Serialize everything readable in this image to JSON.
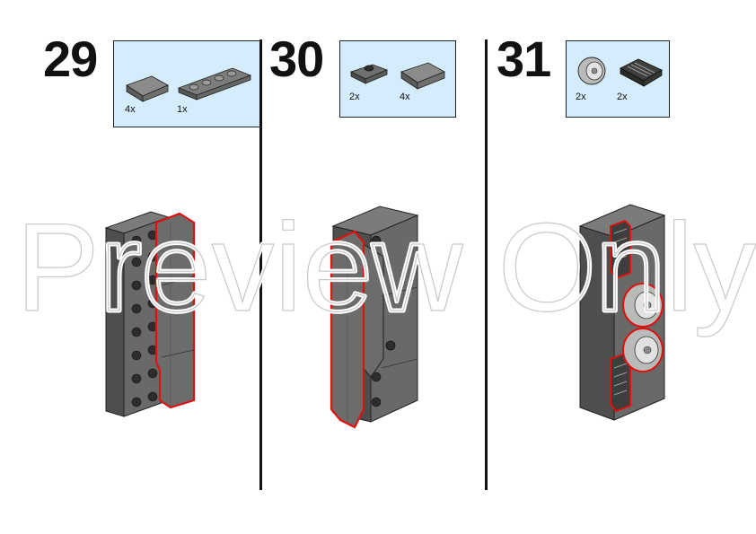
{
  "steps": [
    {
      "number": "29",
      "parts": [
        {
          "icon": "slope-brick-icon",
          "qty": "4x"
        },
        {
          "icon": "plate-1x4-icon",
          "qty": "1x"
        }
      ]
    },
    {
      "number": "30",
      "parts": [
        {
          "icon": "jumper-plate-icon",
          "qty": "2x"
        },
        {
          "icon": "slope-brick-icon",
          "qty": "4x"
        }
      ]
    },
    {
      "number": "31",
      "parts": [
        {
          "icon": "wheel-icon",
          "qty": "2x"
        },
        {
          "icon": "grille-slope-icon",
          "qty": "2x"
        }
      ]
    }
  ],
  "watermark": "Preview Only",
  "colors": {
    "parts_box_bg": "#d4ecfb",
    "brick_grey": "#6b6d6a",
    "brick_dark": "#4a4c4a",
    "highlight_red": "#e01010"
  }
}
